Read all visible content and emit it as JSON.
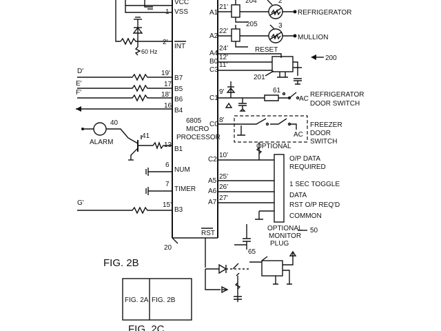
{
  "chip": {
    "name_line1": "6805",
    "name_line2": "MICRO",
    "name_line3": "PROCESSOR",
    "ref": "20"
  },
  "left_pins": [
    {
      "num": "",
      "name": "VCC"
    },
    {
      "num": "1",
      "name": "VSS"
    },
    {
      "num": "2'",
      "name": "INT"
    },
    {
      "num": "19'",
      "name": "B7"
    },
    {
      "num": "17",
      "name": "B5"
    },
    {
      "num": "18'",
      "name": "B6"
    },
    {
      "num": "16",
      "name": "B4"
    },
    {
      "num": "13",
      "name": "B1"
    },
    {
      "num": "6",
      "name": "NUM"
    },
    {
      "num": "7",
      "name": "TIMER"
    },
    {
      "num": "15'",
      "name": "B3"
    }
  ],
  "right_pins": [
    {
      "name": "A1",
      "num": "21'"
    },
    {
      "name": "A2",
      "num": "22'"
    },
    {
      "name": "A4",
      "num": "24'"
    },
    {
      "name": "B0",
      "num": "12'"
    },
    {
      "name": "C3",
      "num": "11'"
    },
    {
      "name": "C1",
      "num": "9'"
    },
    {
      "name": "C0",
      "num": "8'"
    },
    {
      "name": "C2",
      "num": "10'"
    },
    {
      "name": "A5",
      "num": "25'"
    },
    {
      "name": "A6",
      "num": "26'"
    },
    {
      "name": "A7",
      "num": "27'"
    }
  ],
  "rst_label": "RST",
  "freq": "60 Hz",
  "inputs": [
    "D'",
    "E'",
    "F'",
    "G'"
  ],
  "alarm": {
    "label": "ALARM",
    "ref1": "40",
    "ref2": "41"
  },
  "loads": [
    {
      "ref": "204",
      "lamp_ref": "2",
      "label": "REFRIGERATOR"
    },
    {
      "ref": "205",
      "lamp_ref": "3",
      "label": "MULLION"
    }
  ],
  "reset": {
    "label": "RESET",
    "ref": "201",
    "block": "200"
  },
  "door_switch": {
    "ref": "61",
    "ac": "AC",
    "line1": "REFRIGERATOR",
    "line2": "DOOR SWITCH"
  },
  "freezer": {
    "line1": "FREEZER",
    "line2": "DOOR",
    "line3": "SWITCH",
    "ac": "AC",
    "optional": "OPTIONAL"
  },
  "monitor": {
    "signals": [
      "O/P DATA",
      "REQUIRED",
      "1 SEC TOGGLE",
      "DATA",
      "RST O/P REQ'D",
      "COMMON"
    ],
    "line1": "OPTIONAL",
    "line2": "MONITOR",
    "line3": "PLUG",
    "ref": "50"
  },
  "reset_ckt": {
    "ref": "65"
  },
  "figs": {
    "main": "FIG. 2B",
    "box_left": "FIG. 2A",
    "box_right": "FIG. 2B",
    "bottom": "FIG. 2C"
  }
}
